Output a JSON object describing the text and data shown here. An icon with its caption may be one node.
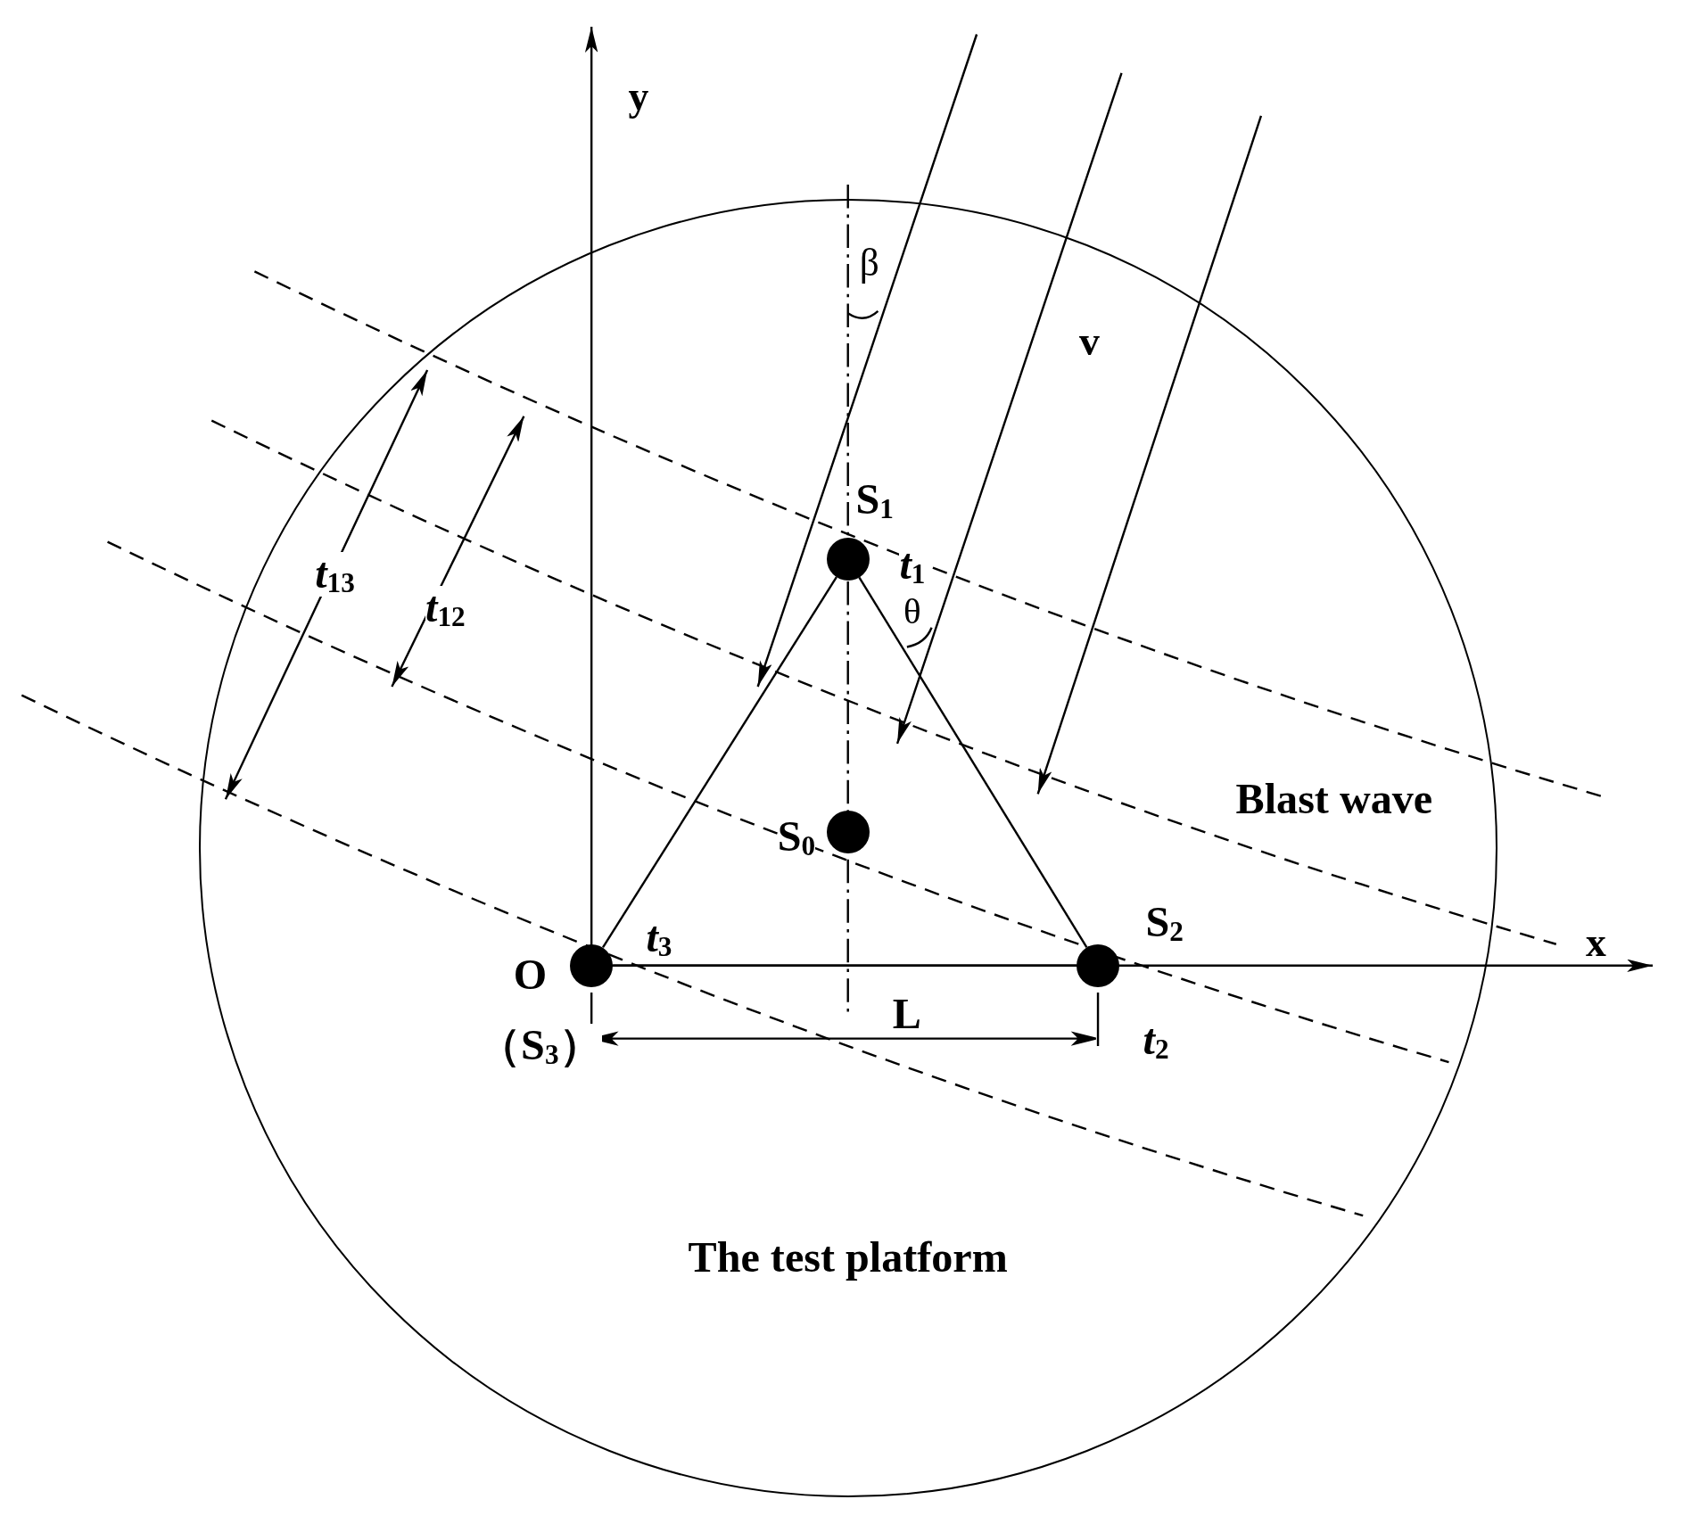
{
  "diagram": {
    "nodes": [
      {
        "text": [
          "The test platform"
        ]
      },
      {
        "text": [
          "S$_{1}$",
          "*t*$_{1}$"
        ],
        "in": 0
      },
      {
        "text": [
          "S$_{0}$"
        ],
        "in": 0
      },
      {
        "text": [
          "S$_{2}$",
          "*t*$_{2}$"
        ],
        "in": 0
      },
      {
        "text": [
          "O",
          "（S$_{3}$）",
          "*t*$_{3}$"
        ],
        "in": 0
      }
    ],
    "edges": [
      {
        "from": 1,
        "to": 4,
        "arrow": "none"
      },
      {
        "from": 1,
        "to": 3,
        "arrow": "none"
      },
      {
        "from": 4,
        "to": 3,
        "arrow": "none"
      }
    ],
    "labels": [
      "y",
      "x",
      "β",
      "v",
      "θ",
      "L",
      "Blast wave",
      "*t*$_{13}$",
      "*t*$_{12}$"
    ]
  }
}
